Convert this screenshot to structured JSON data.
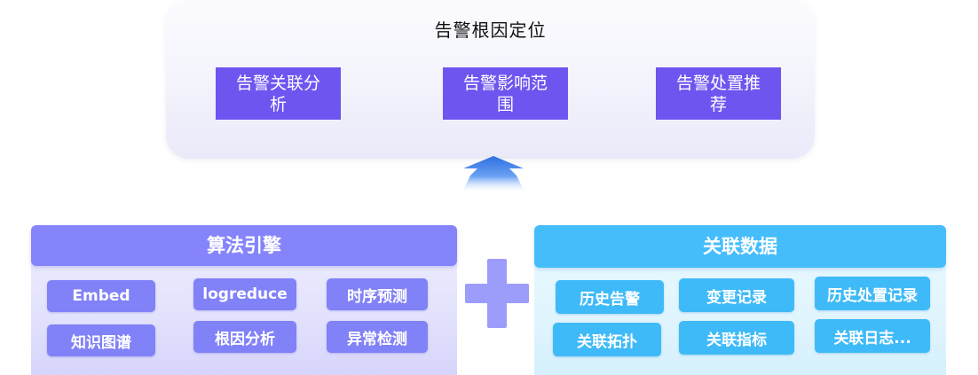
{
  "top": {
    "title": "告警根因定位",
    "functions": [
      "告警关联分析",
      "告警影响范围",
      "告警处置推荐"
    ]
  },
  "algorithm_engine": {
    "header": "算法引擎",
    "items": [
      "Embed",
      "logreduce",
      "时序预测",
      "知识图谱",
      "根因分析",
      "异常检测"
    ]
  },
  "related_data": {
    "header": "关联数据",
    "items": [
      "历史告警",
      "变更记录",
      "历史处置记录",
      "关联拓扑",
      "关联指标",
      "关联日志..."
    ]
  },
  "colors": {
    "function_box": "#6f55f0",
    "algo_header": "#8584fb",
    "algo_chip": "#8181f8",
    "data_header": "#46bdfb",
    "data_chip": "#3fbaf8",
    "arrow": "#3a7ee6",
    "plus": "#9c9cfa"
  }
}
